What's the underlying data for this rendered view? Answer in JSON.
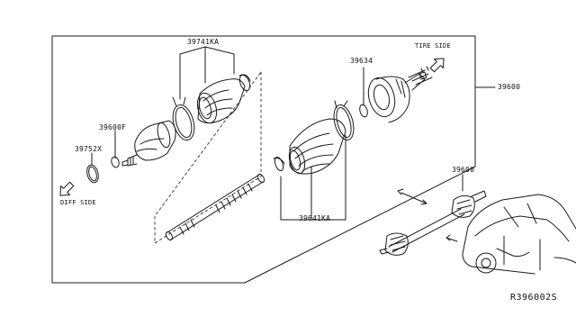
{
  "labels": {
    "boot_kit_outer": "39741KA",
    "boot_kit_inner": "39641KA",
    "circlip_right": "39634",
    "drive_shaft_assy": "39600",
    "drive_shaft_vehicle": "39600",
    "circlip_left": "39600F",
    "ring_left": "39752X",
    "tire_side": "TIRE SIDE",
    "diff_side": "DIFF SIDE",
    "ref_code": "R396002S"
  },
  "icons": {
    "tire_side_arrow": "arrow-up-right-icon",
    "diff_side_arrow": "arrow-down-left-icon"
  },
  "colors": {
    "line": "#1a1a1a",
    "background": "#ffffff"
  }
}
